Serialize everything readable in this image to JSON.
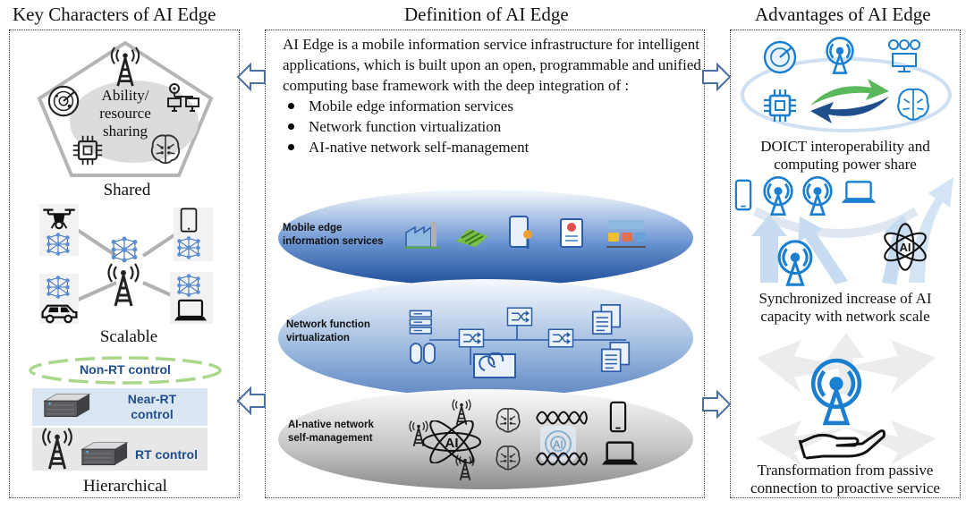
{
  "titles": {
    "left": "Key Characters of AI Edge",
    "center": "Definition of AI Edge",
    "right": "Advantages of AI Edge"
  },
  "left": {
    "shared": {
      "center_label": "Ability/\nresource\nsharing",
      "caption": "Shared"
    },
    "scalable": {
      "caption": "Scalable"
    },
    "hierarchical": {
      "non_rt": "Non-RT control",
      "near_rt": "Near-RT\ncontrol",
      "rt": "RT control",
      "caption": "Hierarchical"
    }
  },
  "center": {
    "definition": "AI Edge is a mobile information service infrastructure for intelligent applications, which is built upon an open, programmable and unified computing base framework with the deep integration of :",
    "bullets": [
      "Mobile edge information services",
      "Network function virtualization",
      "AI-native network self-management"
    ],
    "layers": [
      {
        "label": "Mobile edge\ninformation services"
      },
      {
        "label": "Network function\nvirtualization"
      },
      {
        "label": "AI-native network\nself-management"
      }
    ]
  },
  "right": {
    "adv1": "DOICT  interoperability and\ncomputing power share",
    "adv2": "Synchronized increase of AI\ncapacity with network scale",
    "adv3": "Transformation from passive\nconnection to  proactive service"
  },
  "colors": {
    "accent_blue": "#1a7fd1",
    "dark_blue": "#1f4e8c",
    "green": "#5bb85d",
    "gray": "#8a8a8a"
  }
}
